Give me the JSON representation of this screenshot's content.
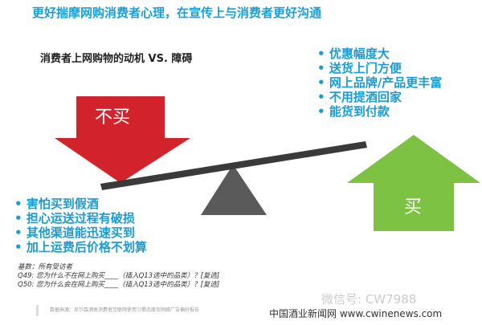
{
  "title": "更好揣摩网购消费者心理，在宣传上与消费者更好沟通",
  "subtitle": "消费者上网购物的动机 VS. 障碍",
  "buy_label": "买",
  "not_buy_label": "不买",
  "motivations": [
    "优惠幅度大",
    "送货上门方便",
    "网上品牌/产品更丰富",
    "不用提酒回家",
    "能货到付款"
  ],
  "barriers": [
    "害怕买到假酒",
    "担心运送过程有破损",
    "其他渠道能迅速买到",
    "加上运费后价格不划算"
  ],
  "notes": {
    "base": "基数：所有受访者",
    "q49": "Q49: 您为什么不在网上购买____（插入Q13选中的品类）？[复选]",
    "q50": "Q50: 您为什么会在网上购买____（插入Q13选中的品类）？[复选]"
  },
  "source": "数据来源：尼尔森酒类消费者互联网使用习惯态度及网络广告偏好报告",
  "watermark_wechat": "微信号: CW7988",
  "watermark_site": "中国酒业新闻网 www.cwinenews.com",
  "colors": {
    "accent": "#1a9fd8",
    "red": "#d2232c",
    "green": "#7dc243",
    "beam": "#3a3a3a"
  }
}
